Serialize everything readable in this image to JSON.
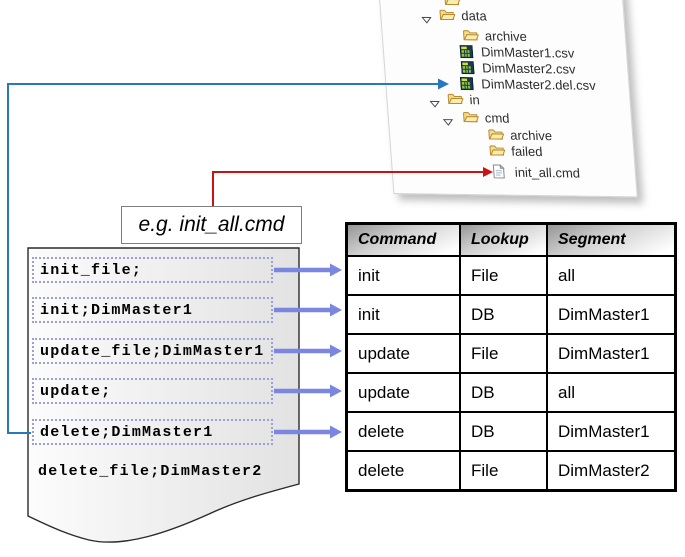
{
  "tree": {
    "items": [
      {
        "label": "",
        "icon": "folder"
      },
      {
        "label": "data",
        "icon": "folder",
        "expanded": true
      },
      {
        "label": "archive",
        "icon": "folder"
      },
      {
        "label": "DimMaster1.csv",
        "icon": "csv"
      },
      {
        "label": "DimMaster2.csv",
        "icon": "csv"
      },
      {
        "label": "DimMaster2.del.csv",
        "icon": "csv"
      },
      {
        "label": "in",
        "icon": "folder",
        "expanded": true
      },
      {
        "label": "cmd",
        "icon": "folder",
        "expanded": true
      },
      {
        "label": "archive",
        "icon": "folder"
      },
      {
        "label": "failed",
        "icon": "folder"
      },
      {
        "label": "init_all.cmd",
        "icon": "file"
      }
    ]
  },
  "document": {
    "label": "e.g. init_all.cmd",
    "lines": [
      {
        "text": "init_file;",
        "boxed": true
      },
      {
        "text": "init;DimMaster1",
        "boxed": true
      },
      {
        "text": "update_file;DimMaster1",
        "boxed": true
      },
      {
        "text": "update;",
        "boxed": true
      },
      {
        "text": "delete;DimMaster1",
        "boxed": true
      },
      {
        "text": "delete_file;DimMaster2",
        "boxed": false
      }
    ]
  },
  "table": {
    "headers": [
      "Command",
      "Lookup",
      "Segment"
    ],
    "rows": [
      [
        "init",
        "File",
        "all"
      ],
      [
        "init",
        "DB",
        "DimMaster1"
      ],
      [
        "update",
        "File",
        "DimMaster1"
      ],
      [
        "update",
        "DB",
        "all"
      ],
      [
        "delete",
        "DB",
        "DimMaster1"
      ],
      [
        "delete",
        "File",
        "DimMaster2"
      ]
    ]
  },
  "colors": {
    "arrow_blue": "#2878be",
    "arrow_red": "#cc1111",
    "arrow_periwinkle": "#7b86e0",
    "dotted_border": "#9aa0d8",
    "folder_fill": "#f2dd8c",
    "folder_stroke": "#b98b2f",
    "csv_dark": "#1d3a52",
    "csv_green": "#8dc63f"
  }
}
